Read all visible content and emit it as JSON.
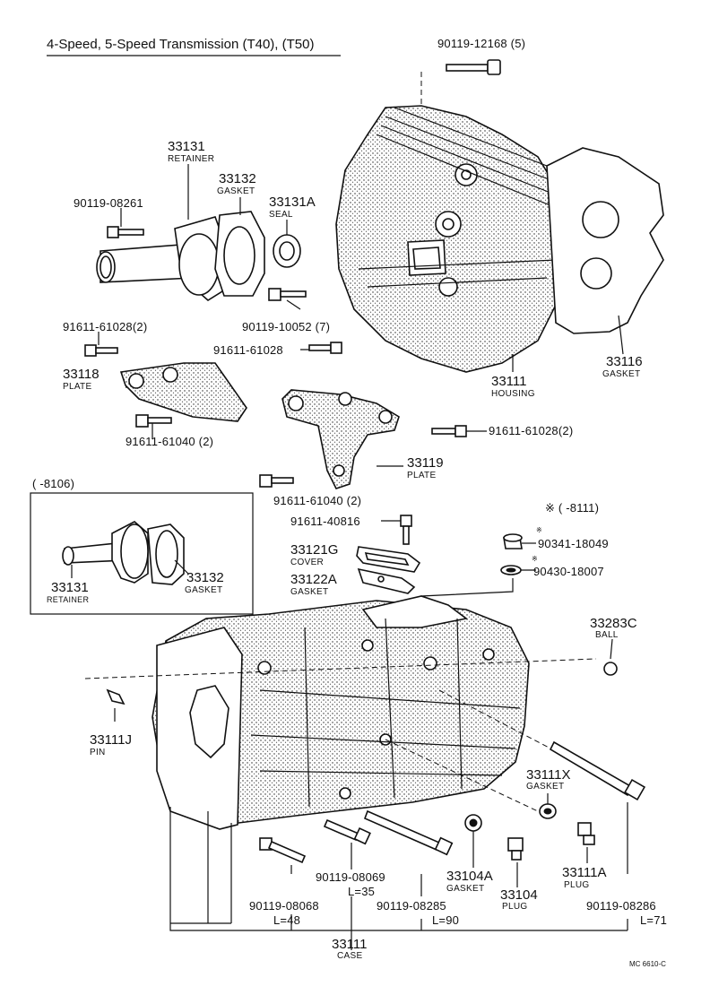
{
  "title": "4-Speed, 5-Speed Transmission (T40), (T50)",
  "inset_range": "(       -8106)",
  "note_range": "※ (        -8111)",
  "footer_code": "MC 6610-C",
  "parts": [
    {
      "id": "bolt_top",
      "number": "90119-12168 (5)",
      "name": ""
    },
    {
      "id": "retainer",
      "number": "33131",
      "name": "RETAINER"
    },
    {
      "id": "gasket_32",
      "number": "33132",
      "name": "GASKET"
    },
    {
      "id": "seal",
      "number": "33131A",
      "name": "SEAL"
    },
    {
      "id": "bolt_retainer",
      "number": "90119-08261",
      "name": ""
    },
    {
      "id": "bolt_seal",
      "number": "90119-10052 (7)",
      "name": ""
    },
    {
      "id": "bolt_plate18",
      "number": "91611-61028(2)",
      "name": ""
    },
    {
      "id": "bolt_housing",
      "number": "91611-61028",
      "name": ""
    },
    {
      "id": "plate18",
      "number": "33118",
      "name": "PLATE"
    },
    {
      "id": "bolt_plate18_low",
      "number": "91611-61040 (2)",
      "name": ""
    },
    {
      "id": "housing",
      "number": "33111",
      "name": "HOUSING"
    },
    {
      "id": "gasket_16",
      "number": "33116",
      "name": "GASKET"
    },
    {
      "id": "bolt_plate19_r",
      "number": "91611-61028(2)",
      "name": ""
    },
    {
      "id": "plate19",
      "number": "33119",
      "name": "PLATE"
    },
    {
      "id": "bolt_plate19_low",
      "number": "91611-61040 (2)",
      "name": ""
    },
    {
      "id": "inset_retainer",
      "number": "33131",
      "name": "RETAINER"
    },
    {
      "id": "inset_gasket",
      "number": "33132",
      "name": "GASKET"
    },
    {
      "id": "bolt_cover",
      "number": "91611-40816",
      "name": ""
    },
    {
      "id": "cover",
      "number": "33121G",
      "name": "COVER"
    },
    {
      "id": "gasket_cover",
      "number": "33122A",
      "name": "GASKET"
    },
    {
      "id": "plug_top",
      "number": "90341-18049",
      "name": ""
    },
    {
      "id": "gasket_top",
      "number": "90430-18007",
      "name": ""
    },
    {
      "id": "ball",
      "number": "33283C",
      "name": "BALL"
    },
    {
      "id": "pin",
      "number": "33111J",
      "name": "PIN"
    },
    {
      "id": "gasket_x",
      "number": "33111X",
      "name": "GASKET"
    },
    {
      "id": "plug_a",
      "number": "33111A",
      "name": "PLUG"
    },
    {
      "id": "gasket_104",
      "number": "33104A",
      "name": "GASKET"
    },
    {
      "id": "plug_104",
      "number": "33104",
      "name": "PLUG"
    },
    {
      "id": "bolt_68",
      "number": "90119-08068",
      "name": "L=48"
    },
    {
      "id": "bolt_69",
      "number": "90119-08069",
      "name": "L=35"
    },
    {
      "id": "bolt_85",
      "number": "90119-08285",
      "name": "L=90"
    },
    {
      "id": "bolt_86",
      "number": "90119-08286",
      "name": "L=71"
    },
    {
      "id": "case",
      "number": "33111",
      "name": "CASE"
    }
  ],
  "asterisk": "※"
}
